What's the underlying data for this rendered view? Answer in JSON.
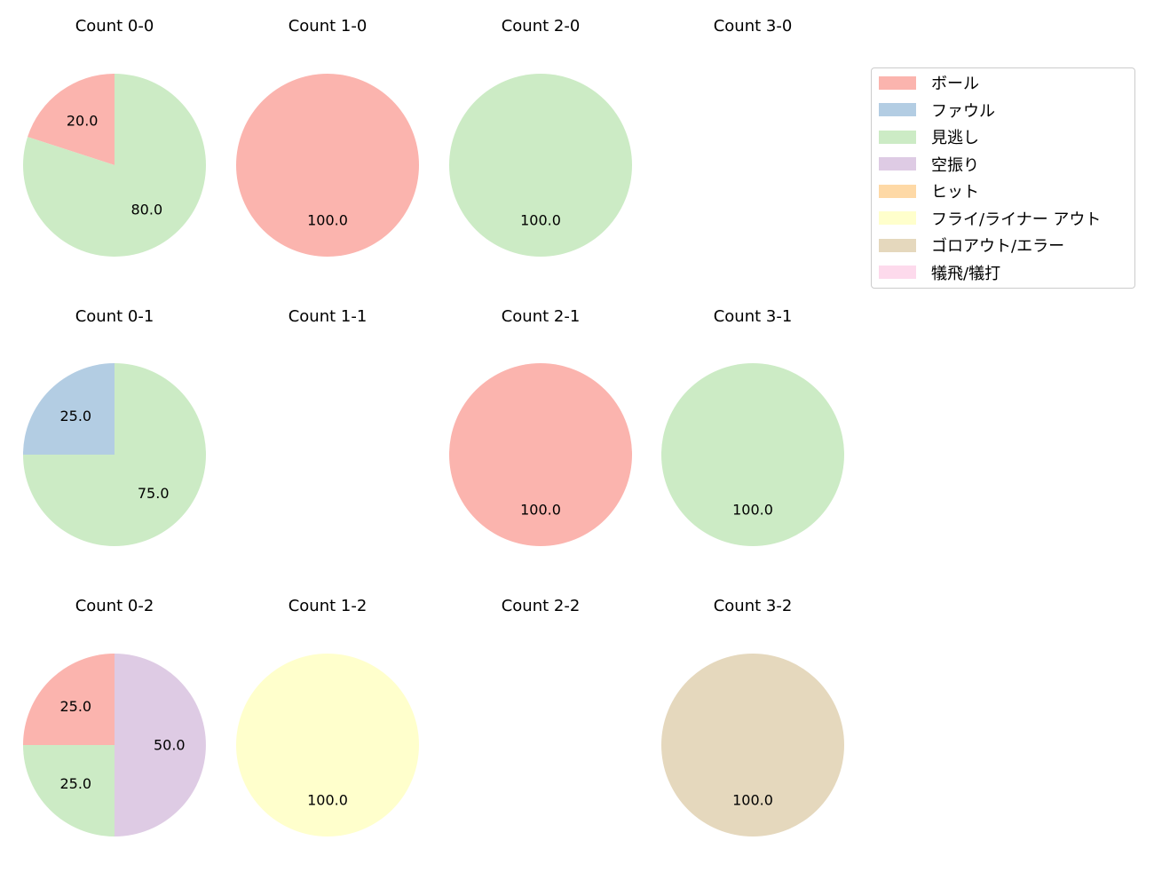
{
  "chart_data": {
    "type": "pie",
    "layout": {
      "rows": 3,
      "cols": 4,
      "legend_position": "upper right"
    },
    "legend": {
      "entries": [
        {
          "label": "ボール",
          "color": "#fbb4ae"
        },
        {
          "label": "ファウル",
          "color": "#b3cde3"
        },
        {
          "label": "見逃し",
          "color": "#ccebc5"
        },
        {
          "label": "空振り",
          "color": "#decbe4"
        },
        {
          "label": "ヒット",
          "color": "#fed9a6"
        },
        {
          "label": "フライ/ライナー アウト",
          "color": "#ffffcc"
        },
        {
          "label": "ゴロアウト/エラー",
          "color": "#e5d8bd"
        },
        {
          "label": "犠飛/犠打",
          "color": "#fddaec"
        }
      ]
    },
    "subplots": [
      {
        "title": "Count 0-0",
        "row": 0,
        "col": 0,
        "slices": [
          {
            "category": "ボール",
            "value": 20.0
          },
          {
            "category": "見逃し",
            "value": 80.0
          }
        ]
      },
      {
        "title": "Count 1-0",
        "row": 0,
        "col": 1,
        "slices": [
          {
            "category": "ボール",
            "value": 100.0
          }
        ]
      },
      {
        "title": "Count 2-0",
        "row": 0,
        "col": 2,
        "slices": [
          {
            "category": "見逃し",
            "value": 100.0
          }
        ]
      },
      {
        "title": "Count 3-0",
        "row": 0,
        "col": 3,
        "slices": []
      },
      {
        "title": "Count 0-1",
        "row": 1,
        "col": 0,
        "slices": [
          {
            "category": "ファウル",
            "value": 25.0
          },
          {
            "category": "見逃し",
            "value": 75.0
          }
        ]
      },
      {
        "title": "Count 1-1",
        "row": 1,
        "col": 1,
        "slices": []
      },
      {
        "title": "Count 2-1",
        "row": 1,
        "col": 2,
        "slices": [
          {
            "category": "ボール",
            "value": 100.0
          }
        ]
      },
      {
        "title": "Count 3-1",
        "row": 1,
        "col": 3,
        "slices": [
          {
            "category": "見逃し",
            "value": 100.0
          }
        ]
      },
      {
        "title": "Count 0-2",
        "row": 2,
        "col": 0,
        "slices": [
          {
            "category": "ボール",
            "value": 25.0
          },
          {
            "category": "見逃し",
            "value": 25.0
          },
          {
            "category": "空振り",
            "value": 50.0
          }
        ]
      },
      {
        "title": "Count 1-2",
        "row": 2,
        "col": 1,
        "slices": [
          {
            "category": "フライ/ライナー アウト",
            "value": 100.0
          }
        ]
      },
      {
        "title": "Count 2-2",
        "row": 2,
        "col": 2,
        "slices": []
      },
      {
        "title": "Count 3-2",
        "row": 2,
        "col": 3,
        "slices": [
          {
            "category": "ゴロアウト/エラー",
            "value": 100.0
          }
        ]
      }
    ]
  }
}
